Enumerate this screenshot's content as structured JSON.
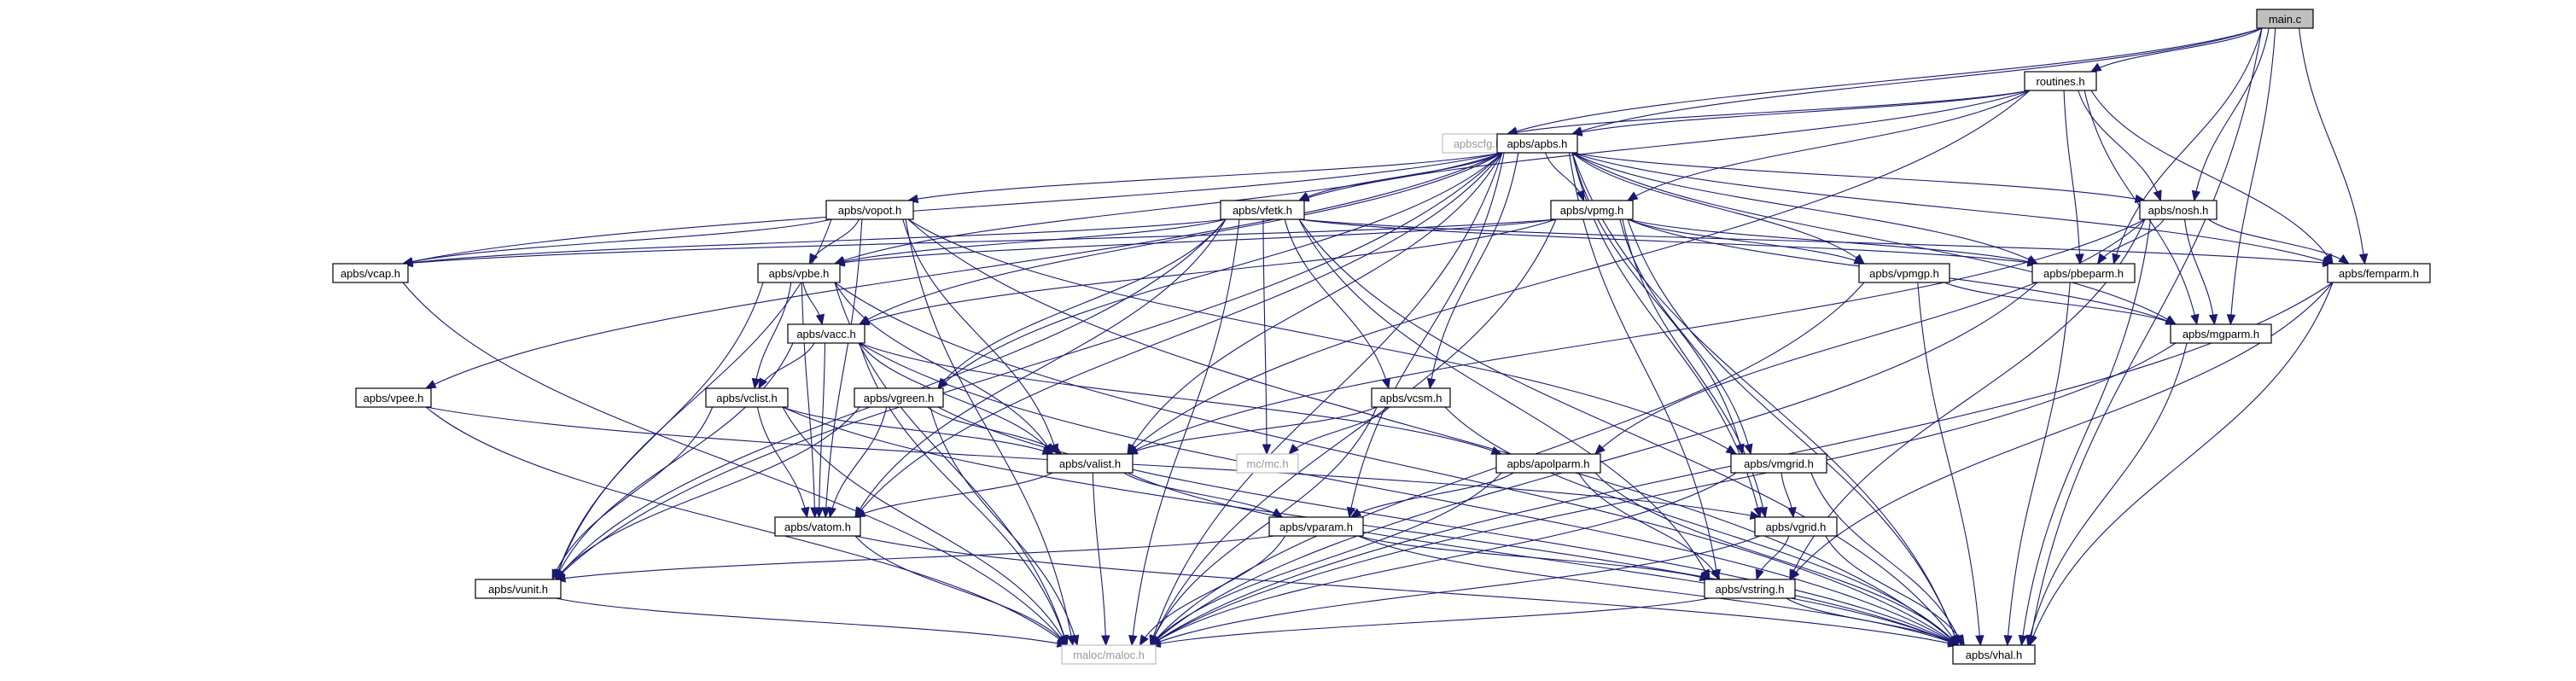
{
  "nodes": [
    {
      "id": "main",
      "label": "main.c",
      "kind": "root"
    },
    {
      "id": "routines",
      "label": "routines.h",
      "kind": "normal"
    },
    {
      "id": "apbscfg",
      "label": "apbscfg.h",
      "kind": "missing"
    },
    {
      "id": "apbs",
      "label": "apbs/apbs.h",
      "kind": "normal"
    },
    {
      "id": "vopot",
      "label": "apbs/vopot.h",
      "kind": "normal"
    },
    {
      "id": "vfetk",
      "label": "apbs/vfetk.h",
      "kind": "normal"
    },
    {
      "id": "vpmg",
      "label": "apbs/vpmg.h",
      "kind": "normal"
    },
    {
      "id": "nosh",
      "label": "apbs/nosh.h",
      "kind": "normal"
    },
    {
      "id": "vcap",
      "label": "apbs/vcap.h",
      "kind": "normal"
    },
    {
      "id": "vpbe",
      "label": "apbs/vpbe.h",
      "kind": "normal"
    },
    {
      "id": "vpmgp",
      "label": "apbs/vpmgp.h",
      "kind": "normal"
    },
    {
      "id": "pbeparm",
      "label": "apbs/pbeparm.h",
      "kind": "normal"
    },
    {
      "id": "femparm",
      "label": "apbs/femparm.h",
      "kind": "normal"
    },
    {
      "id": "vacc",
      "label": "apbs/vacc.h",
      "kind": "normal"
    },
    {
      "id": "mgparm",
      "label": "apbs/mgparm.h",
      "kind": "normal"
    },
    {
      "id": "vpee",
      "label": "apbs/vpee.h",
      "kind": "normal"
    },
    {
      "id": "vclist",
      "label": "apbs/vclist.h",
      "kind": "normal"
    },
    {
      "id": "vgreen",
      "label": "apbs/vgreen.h",
      "kind": "normal"
    },
    {
      "id": "vcsm",
      "label": "apbs/vcsm.h",
      "kind": "normal"
    },
    {
      "id": "mcmc",
      "label": "mc/mc.h",
      "kind": "missing"
    },
    {
      "id": "valist",
      "label": "apbs/valist.h",
      "kind": "normal"
    },
    {
      "id": "apolparm",
      "label": "apbs/apolparm.h",
      "kind": "normal"
    },
    {
      "id": "vmgrid",
      "label": "apbs/vmgrid.h",
      "kind": "normal"
    },
    {
      "id": "vatom",
      "label": "apbs/vatom.h",
      "kind": "normal"
    },
    {
      "id": "vparam",
      "label": "apbs/vparam.h",
      "kind": "normal"
    },
    {
      "id": "vgrid",
      "label": "apbs/vgrid.h",
      "kind": "normal"
    },
    {
      "id": "vunit",
      "label": "apbs/vunit.h",
      "kind": "normal"
    },
    {
      "id": "vstring",
      "label": "apbs/vstring.h",
      "kind": "normal"
    },
    {
      "id": "maloc",
      "label": "maloc/maloc.h",
      "kind": "missing"
    },
    {
      "id": "vhal",
      "label": "apbs/vhal.h",
      "kind": "normal"
    }
  ],
  "edges": [
    [
      "main",
      "routines"
    ],
    [
      "main",
      "apbscfg"
    ],
    [
      "main",
      "apbs"
    ],
    [
      "main",
      "nosh"
    ],
    [
      "main",
      "mgparm"
    ],
    [
      "main",
      "femparm"
    ],
    [
      "main",
      "pbeparm"
    ],
    [
      "main",
      "vhal"
    ],
    [
      "routines",
      "apbscfg"
    ],
    [
      "routines",
      "apbs"
    ],
    [
      "routines",
      "nosh"
    ],
    [
      "routines",
      "mgparm"
    ],
    [
      "routines",
      "femparm"
    ],
    [
      "routines",
      "pbeparm"
    ],
    [
      "routines",
      "vfetk"
    ],
    [
      "routines",
      "valist"
    ],
    [
      "routines",
      "vpmg"
    ],
    [
      "apbs",
      "apbscfg"
    ],
    [
      "apbs",
      "maloc"
    ],
    [
      "apbs",
      "vhal"
    ],
    [
      "apbs",
      "vstring"
    ],
    [
      "apbs",
      "vatom"
    ],
    [
      "apbs",
      "valist"
    ],
    [
      "apbs",
      "vpee"
    ],
    [
      "apbs",
      "vcsm"
    ],
    [
      "apbs",
      "vpbe"
    ],
    [
      "apbs",
      "vacc"
    ],
    [
      "apbs",
      "vfetk"
    ],
    [
      "apbs",
      "vgreen"
    ],
    [
      "apbs",
      "vpmg"
    ],
    [
      "apbs",
      "vpmgp"
    ],
    [
      "apbs",
      "vgrid"
    ],
    [
      "apbs",
      "vmgrid"
    ],
    [
      "apbs",
      "vopot"
    ],
    [
      "apbs",
      "vunit"
    ],
    [
      "apbs",
      "nosh"
    ],
    [
      "apbs",
      "mgparm"
    ],
    [
      "apbs",
      "femparm"
    ],
    [
      "apbs",
      "pbeparm"
    ],
    [
      "apbs",
      "vcap"
    ],
    [
      "apbs",
      "vparam"
    ],
    [
      "vopot",
      "vcap"
    ],
    [
      "vopot",
      "vpbe"
    ],
    [
      "vopot",
      "vmgrid"
    ],
    [
      "vopot",
      "valist"
    ],
    [
      "vopot",
      "vatom"
    ],
    [
      "vopot",
      "vhal"
    ],
    [
      "vopot",
      "maloc"
    ],
    [
      "vopot",
      "vunit"
    ],
    [
      "vfetk",
      "vcap"
    ],
    [
      "vfetk",
      "vpbe"
    ],
    [
      "vfetk",
      "vcsm"
    ],
    [
      "vfetk",
      "vatom"
    ],
    [
      "vfetk",
      "vgreen"
    ],
    [
      "vfetk",
      "mcmc"
    ],
    [
      "vfetk",
      "pbeparm"
    ],
    [
      "vfetk",
      "femparm"
    ],
    [
      "vfetk",
      "vhal"
    ],
    [
      "vfetk",
      "maloc"
    ],
    [
      "vfetk",
      "vstring"
    ],
    [
      "vfetk",
      "vunit"
    ],
    [
      "vpmg",
      "vpmgp"
    ],
    [
      "vpmg",
      "vpbe"
    ],
    [
      "vpmg",
      "vcap"
    ],
    [
      "vpmg",
      "vacc"
    ],
    [
      "vpmg",
      "pbeparm"
    ],
    [
      "vpmg",
      "mgparm"
    ],
    [
      "vpmg",
      "vgrid"
    ],
    [
      "vpmg",
      "vhal"
    ],
    [
      "vpmg",
      "maloc"
    ],
    [
      "vpmg",
      "vmgrid"
    ],
    [
      "nosh",
      "pbeparm"
    ],
    [
      "nosh",
      "femparm"
    ],
    [
      "nosh",
      "mgparm"
    ],
    [
      "nosh",
      "valist"
    ],
    [
      "nosh",
      "apolparm"
    ],
    [
      "nosh",
      "vhal"
    ],
    [
      "nosh",
      "vstring"
    ],
    [
      "vcap",
      "maloc"
    ],
    [
      "vpbe",
      "vacc"
    ],
    [
      "vpbe",
      "vclist"
    ],
    [
      "vpbe",
      "vatom"
    ],
    [
      "vpbe",
      "valist"
    ],
    [
      "vpbe",
      "vunit"
    ],
    [
      "vpbe",
      "vhal"
    ],
    [
      "vpbe",
      "maloc"
    ],
    [
      "vpmgp",
      "mgparm"
    ],
    [
      "vpmgp",
      "vhal"
    ],
    [
      "vpmgp",
      "maloc"
    ],
    [
      "pbeparm",
      "vhal"
    ],
    [
      "pbeparm",
      "maloc"
    ],
    [
      "femparm",
      "vhal"
    ],
    [
      "femparm",
      "vstring"
    ],
    [
      "femparm",
      "maloc"
    ],
    [
      "vacc",
      "vclist"
    ],
    [
      "vacc",
      "valist"
    ],
    [
      "vacc",
      "vatom"
    ],
    [
      "vacc",
      "apolparm"
    ],
    [
      "vacc",
      "vunit"
    ],
    [
      "vacc",
      "vhal"
    ],
    [
      "vacc",
      "maloc"
    ],
    [
      "mgparm",
      "vhal"
    ],
    [
      "mgparm",
      "maloc"
    ],
    [
      "vpee",
      "vgrid"
    ],
    [
      "vpee",
      "maloc"
    ],
    [
      "vclist",
      "valist"
    ],
    [
      "vclist",
      "vatom"
    ],
    [
      "vclist",
      "vhal"
    ],
    [
      "vclist",
      "maloc"
    ],
    [
      "vclist",
      "vunit"
    ],
    [
      "vgreen",
      "valist"
    ],
    [
      "vgreen",
      "vatom"
    ],
    [
      "vgreen",
      "vunit"
    ],
    [
      "vgreen",
      "maloc"
    ],
    [
      "vgreen",
      "vhal"
    ],
    [
      "vcsm",
      "valist"
    ],
    [
      "vcsm",
      "mcmc"
    ],
    [
      "vcsm",
      "vhal"
    ],
    [
      "vcsm",
      "maloc"
    ],
    [
      "valist",
      "vatom"
    ],
    [
      "valist",
      "vparam"
    ],
    [
      "valist",
      "vhal"
    ],
    [
      "valist",
      "maloc"
    ],
    [
      "apolparm",
      "vparam"
    ],
    [
      "apolparm",
      "vstring"
    ],
    [
      "apolparm",
      "vhal"
    ],
    [
      "apolparm",
      "maloc"
    ],
    [
      "vmgrid",
      "vgrid"
    ],
    [
      "vmgrid",
      "vhal"
    ],
    [
      "vmgrid",
      "maloc"
    ],
    [
      "vatom",
      "vhal"
    ],
    [
      "vatom",
      "maloc"
    ],
    [
      "vparam",
      "vunit"
    ],
    [
      "vparam",
      "vstring"
    ],
    [
      "vparam",
      "vhal"
    ],
    [
      "vparam",
      "maloc"
    ],
    [
      "vgrid",
      "vstring"
    ],
    [
      "vgrid",
      "vhal"
    ],
    [
      "vgrid",
      "maloc"
    ],
    [
      "vunit",
      "maloc"
    ],
    [
      "vstring",
      "vhal"
    ],
    [
      "vstring",
      "maloc"
    ]
  ]
}
